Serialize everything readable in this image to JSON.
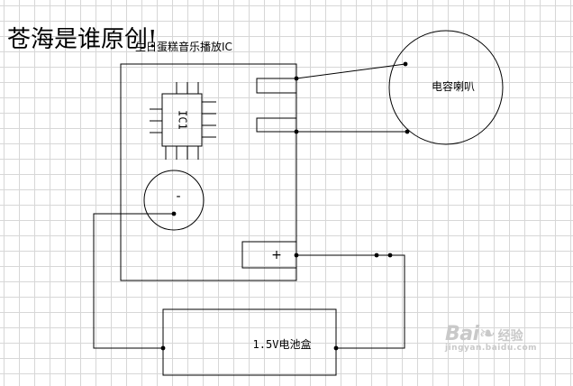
{
  "caption": "苍海是谁原创!",
  "ic_label": "生日蛋糕音乐播放IC",
  "chip_label": "IC1",
  "speaker_label": "电容喇叭",
  "battery_label": "1.5V电池盒",
  "minus_sign": "-",
  "plus_sign": "+",
  "watermark": {
    "brand": "Bai",
    "cn": "经验",
    "url": "jingyan.baidu.com"
  }
}
